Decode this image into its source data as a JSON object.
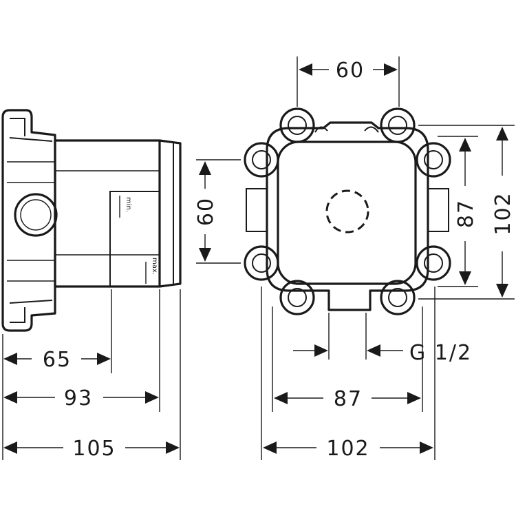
{
  "side_view": {
    "min_label": "min.",
    "max_label": "max.",
    "dim_65": "65",
    "dim_93": "93",
    "dim_105": "105"
  },
  "front_view": {
    "dim_60_top": "60",
    "dim_60_side": "60",
    "dim_87_right": "87",
    "dim_102_right": "102",
    "thread_label": "G 1/2",
    "dim_87_bottom": "87",
    "dim_102_bottom": "102"
  },
  "colors": {
    "line": "#1a1a1a",
    "background": "#ffffff"
  }
}
